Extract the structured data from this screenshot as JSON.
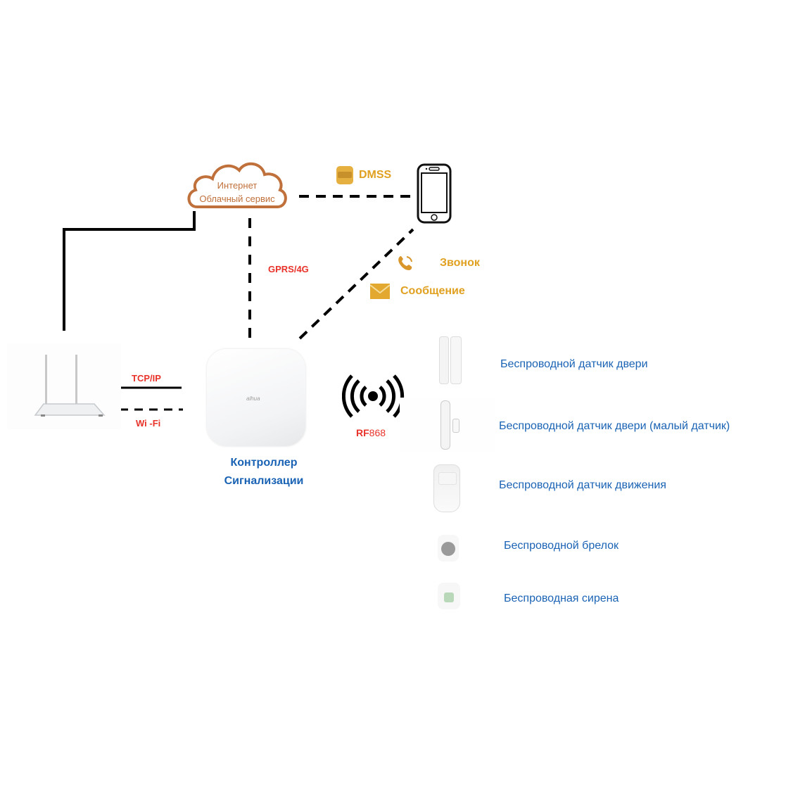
{
  "cloud": {
    "line1": "Интернет",
    "line2": "Облачный сервис"
  },
  "app": {
    "name": "DMSS",
    "icon": "app-icon"
  },
  "links": {
    "gprs": "GPRS/4G",
    "tcpip": "TCP/IP",
    "wifi": "Wi -Fi",
    "rf_prefix": "RF",
    "rf_freq": "868"
  },
  "phone_actions": [
    {
      "icon": "phone-call-icon",
      "label": "Звонок"
    },
    {
      "icon": "envelope-icon",
      "label": "Сообщение"
    }
  ],
  "controller": {
    "line1": "Контроллер",
    "line2": "Сигнализации",
    "brand": "alhua"
  },
  "devices": [
    {
      "icon": "door-sensor-icon",
      "label": "Беспроводной датчик двери"
    },
    {
      "icon": "small-door-sensor-icon",
      "label": "Беспроводной датчик двери (малый датчик)"
    },
    {
      "icon": "motion-sensor-icon",
      "label": "Беспроводной датчик движения"
    },
    {
      "icon": "keyfob-icon",
      "label": "Беспроводной брелок"
    },
    {
      "icon": "siren-icon",
      "label": "Беспроводная сирена"
    }
  ],
  "colors": {
    "red": "#e8322a",
    "orange": "#e0a020",
    "blue": "#1a63b4",
    "cloud": "#c0703a"
  }
}
